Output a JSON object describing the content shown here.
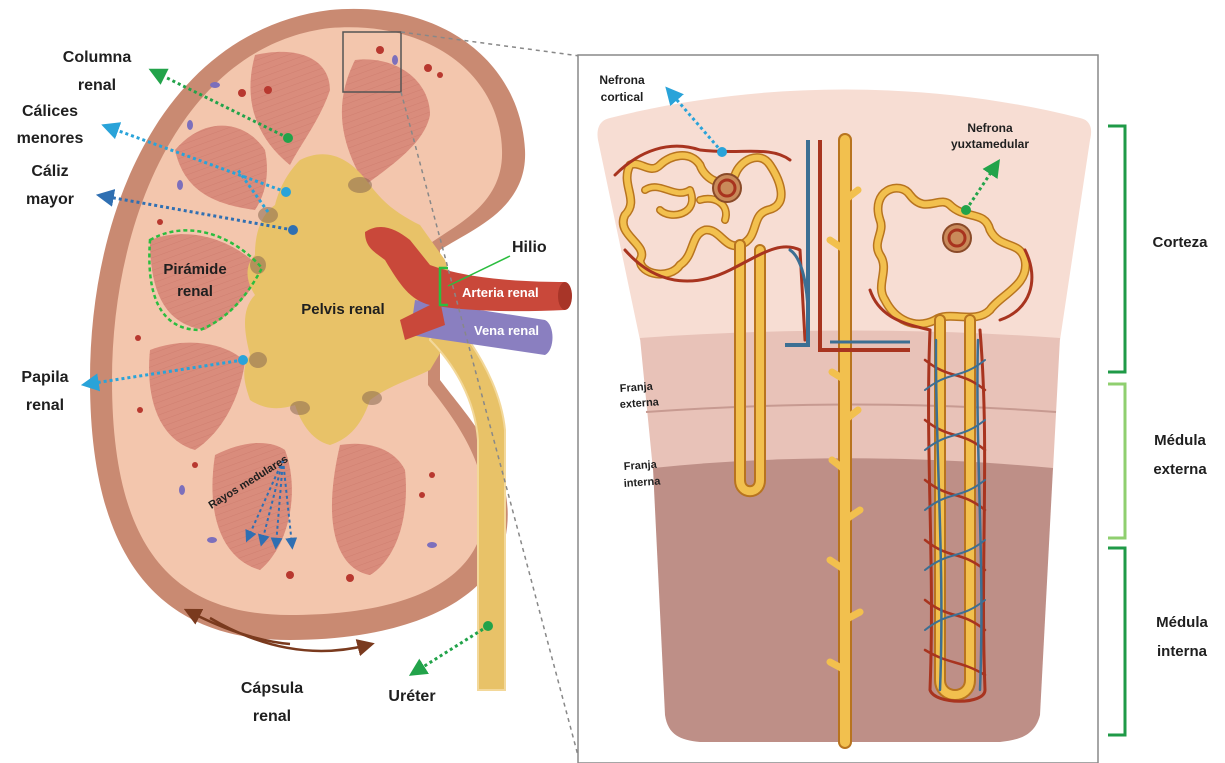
{
  "labels": {
    "columna_renal": [
      "Columna",
      "renal"
    ],
    "calices_menores": [
      "Cálices",
      "menores"
    ],
    "caliz_mayor": [
      "Cáliz",
      "mayor"
    ],
    "piramide_renal": [
      "Pirámide",
      "renal"
    ],
    "papila_renal": [
      "Papila",
      "renal"
    ],
    "pelvis_renal": "Pelvis renal",
    "hilio": "Hilio",
    "arteria_renal": "Arteria renal",
    "vena_renal": "Vena renal",
    "rayos_medulares": "Rayos medulares",
    "capsula_renal": [
      "Cápsula",
      "renal"
    ],
    "ureter": "Uréter",
    "nefrona_cortical": [
      "Nefrona",
      "cortical"
    ],
    "nefrona_yuxtamedular": [
      "Nefrona",
      "yuxtamedular"
    ],
    "franja_externa": [
      "Franja",
      "externa"
    ],
    "franja_interna": [
      "Franja",
      "interna"
    ],
    "corteza": "Corteza",
    "medula_externa": [
      "Médula",
      "externa"
    ],
    "medula_interna": [
      "Médula",
      "interna"
    ]
  },
  "colors": {
    "capsule": "#c98a72",
    "cortex": "#f3c6ad",
    "pyramid": "#d98c7c",
    "pelvis": "#e8c268",
    "artery": "#c9483a",
    "vein": "#8a7fc0",
    "tubule": "#f2c04e",
    "tubule_outline": "#b8741f",
    "capillary_red": "#a8341f",
    "capillary_blue": "#3c6f93",
    "inset_cortex": "#f7ddd3",
    "inset_outer": "#e8c2b8",
    "inset_inner": "#be8f87",
    "arrow_green": "#22a34a",
    "arrow_cyan": "#29a3d9",
    "arrow_blue": "#2f6fb2",
    "bracket_green": "#1f9a47",
    "bracket_light": "#8fcf6f"
  }
}
